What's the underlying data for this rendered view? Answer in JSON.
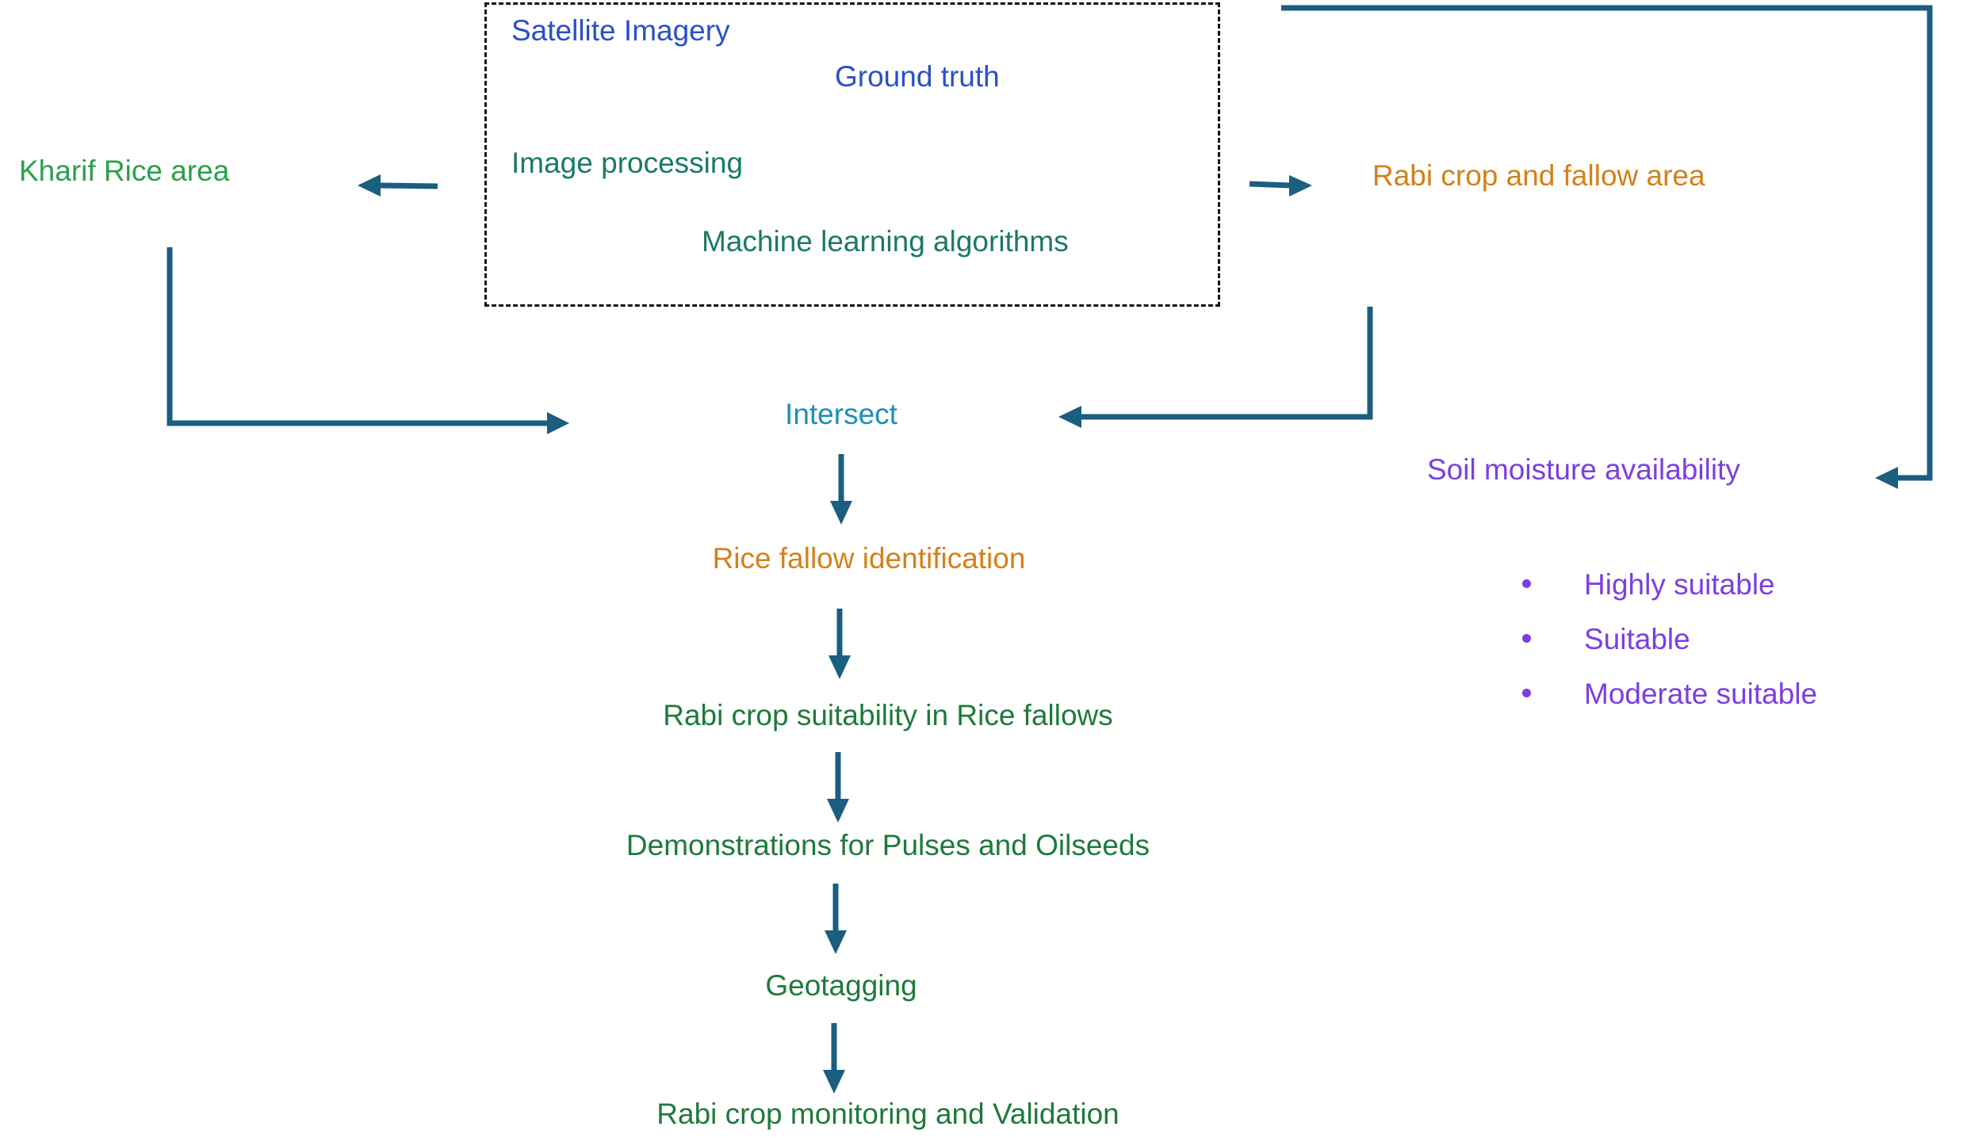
{
  "colors": {
    "arrow": "#1b5e80",
    "input_blue": "#2a4fc9",
    "process_teal": "#1a7a66",
    "kharif_green": "#2aa04a",
    "step_green": "#1e7a3c",
    "orange": "#d4801a",
    "intersect": "#1f8fb5",
    "purple": "#7b3fe0"
  },
  "inputs_box": {
    "satellite": "Satellite Imagery",
    "ground_truth": "Ground truth",
    "image_processing": "Image processing",
    "ml": "Machine learning algorithms"
  },
  "kharif": "Kharif Rice area",
  "rabi_area": "Rabi crop and fallow area",
  "intersect": "Intersect",
  "soil": {
    "title": "Soil moisture availability",
    "classes": [
      "Highly suitable",
      "Suitable",
      "Moderate suitable"
    ]
  },
  "steps": [
    "Rice fallow identification",
    "Rabi crop suitability in Rice fallows",
    "Demonstrations for Pulses and Oilseeds",
    "Geotagging",
    "Rabi crop monitoring and Validation"
  ]
}
